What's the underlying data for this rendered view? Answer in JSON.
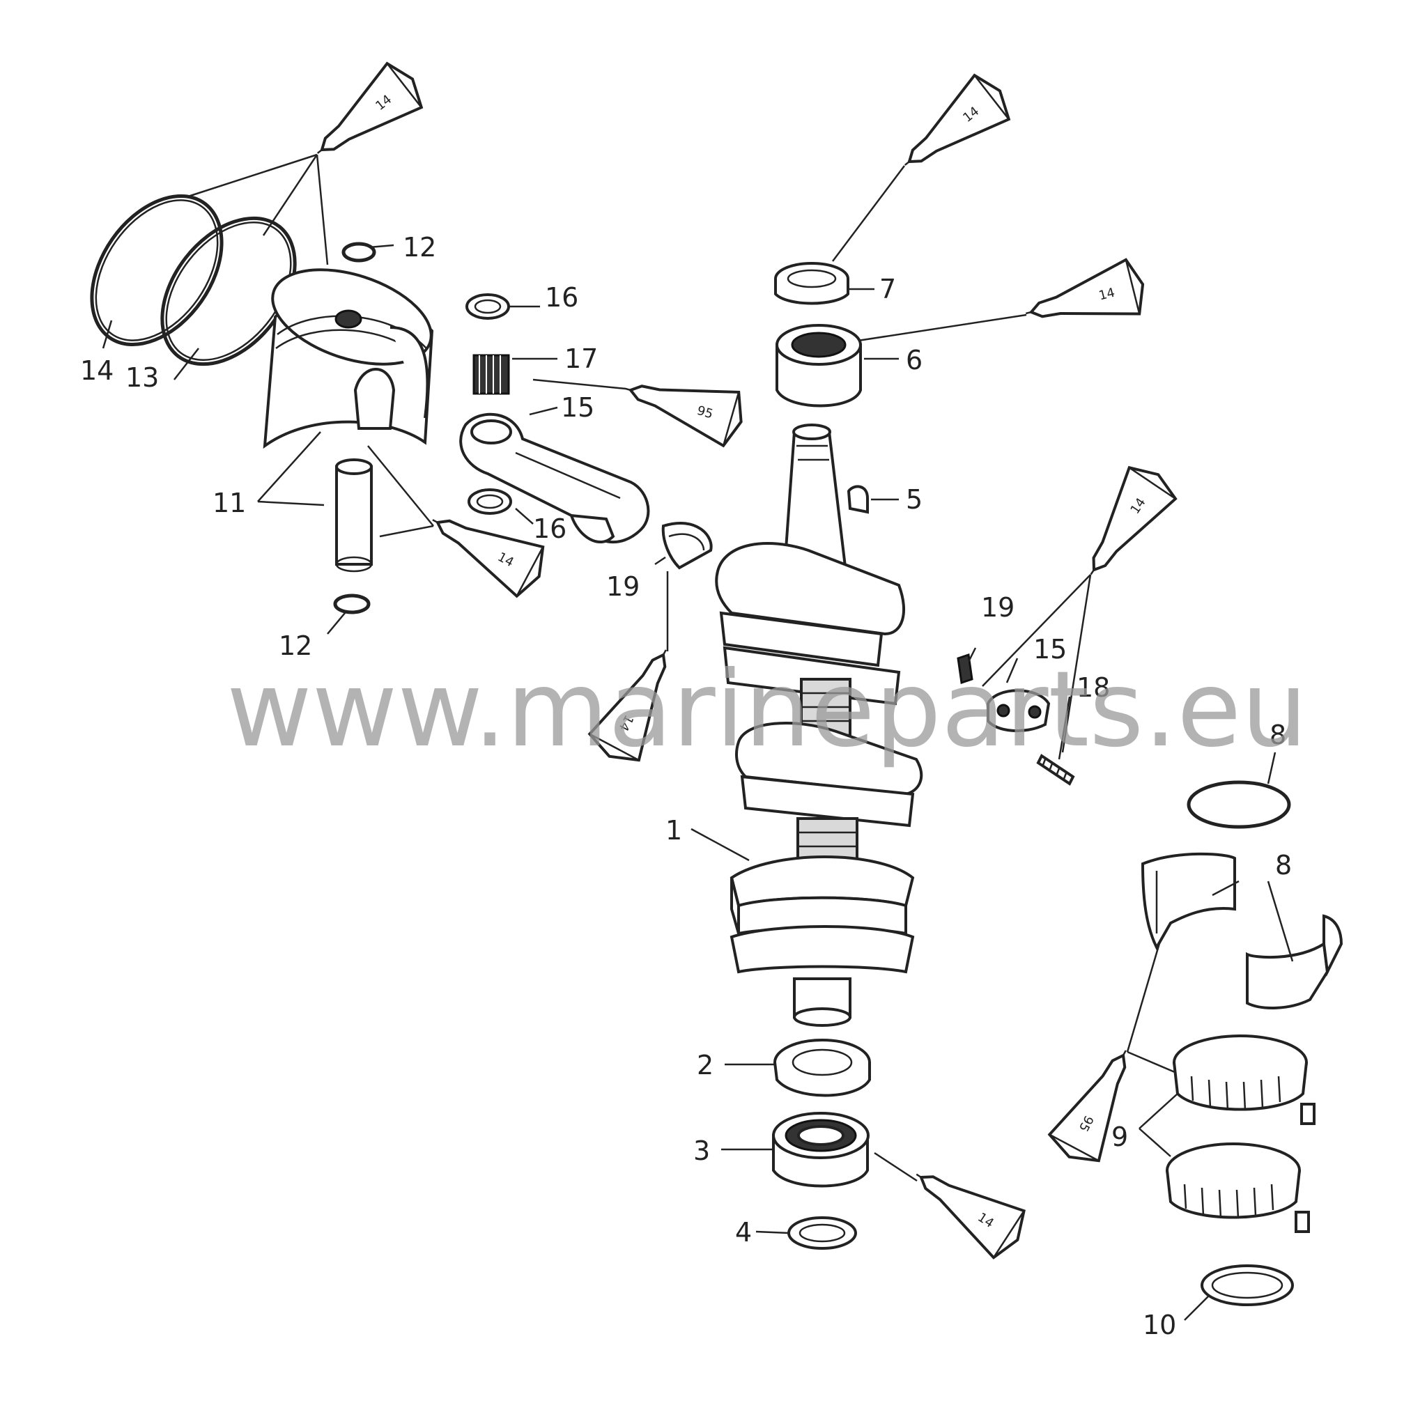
{
  "watermark": "www.marineparts.eu",
  "callouts": [
    {
      "id": "c1",
      "label": "1"
    },
    {
      "id": "c2",
      "label": "2"
    },
    {
      "id": "c3",
      "label": "3"
    },
    {
      "id": "c4",
      "label": "4"
    },
    {
      "id": "c5",
      "label": "5"
    },
    {
      "id": "c6",
      "label": "6"
    },
    {
      "id": "c7",
      "label": "7"
    },
    {
      "id": "c8a",
      "label": "8"
    },
    {
      "id": "c8b",
      "label": "8"
    },
    {
      "id": "c9",
      "label": "9"
    },
    {
      "id": "c10",
      "label": "10"
    },
    {
      "id": "c11",
      "label": "11"
    },
    {
      "id": "c12a",
      "label": "12"
    },
    {
      "id": "c12b",
      "label": "12"
    },
    {
      "id": "c13",
      "label": "13"
    },
    {
      "id": "c14",
      "label": "14"
    },
    {
      "id": "c15a",
      "label": "15"
    },
    {
      "id": "c15b",
      "label": "15"
    },
    {
      "id": "c16a",
      "label": "16"
    },
    {
      "id": "c16b",
      "label": "16"
    },
    {
      "id": "c17",
      "label": "17"
    },
    {
      "id": "c18",
      "label": "18"
    },
    {
      "id": "c19a",
      "label": "19"
    },
    {
      "id": "c19b",
      "label": "19"
    }
  ],
  "lubricant_tubes": [
    {
      "id": "t1",
      "label": "14"
    },
    {
      "id": "t2",
      "label": "14"
    },
    {
      "id": "t3",
      "label": "14"
    },
    {
      "id": "t4",
      "label": "95"
    },
    {
      "id": "t5",
      "label": "14"
    },
    {
      "id": "t6",
      "label": "14"
    },
    {
      "id": "t7",
      "label": "14"
    },
    {
      "id": "t8",
      "label": "14"
    },
    {
      "id": "t9",
      "label": "95"
    }
  ]
}
